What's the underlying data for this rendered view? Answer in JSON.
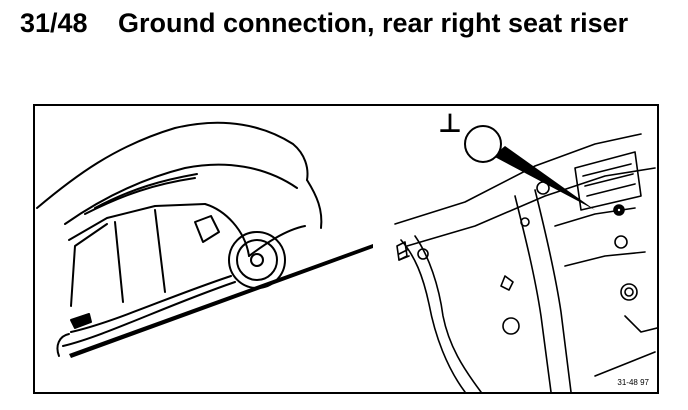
{
  "heading": {
    "number": "31/48",
    "title": "Ground connection, rear right seat riser"
  },
  "figure": {
    "callout_symbol": "⊥",
    "reference_code": "31-48 97",
    "callout_icon": "ground-symbol-icon",
    "car_icon": "car-rear-right-view-illustration",
    "detail_icon": "seat-riser-detail-illustration"
  }
}
